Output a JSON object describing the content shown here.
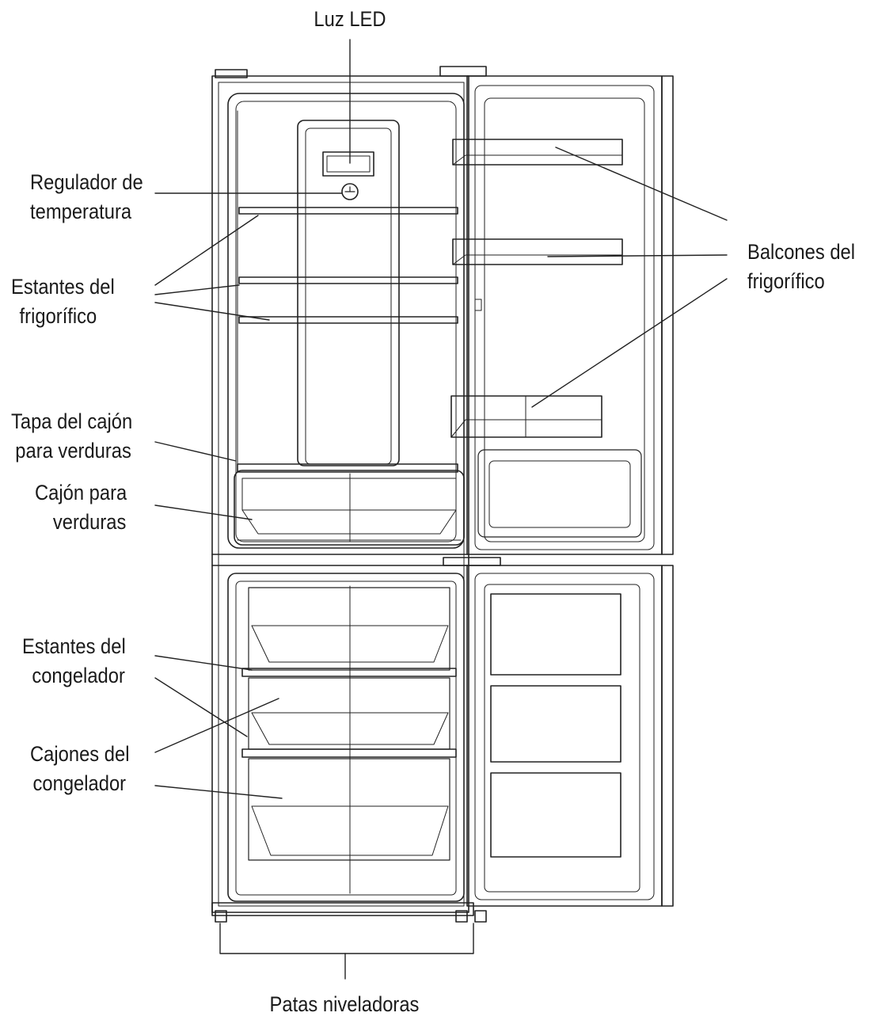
{
  "labels": {
    "luz_led": "Luz LED",
    "regulador_1": "Regulador de",
    "regulador_2": "temperatura",
    "estantes_frig_1": "Estantes del",
    "estantes_frig_2": "frigorífico",
    "tapa_cajon_1": "Tapa del cajón",
    "tapa_cajon_2": "para verduras",
    "cajon_verduras_1": "Cajón para",
    "cajon_verduras_2": "verduras",
    "estantes_cong_1": "Estantes del",
    "estantes_cong_2": "congelador",
    "cajones_cong_1": "Cajones del",
    "cajones_cong_2": "congelador",
    "balcones_1": "Balcones del",
    "balcones_2": "frigorífico",
    "patas": "Patas niveladoras"
  },
  "colors": {
    "line": "#222222",
    "text": "#1a1a1a",
    "background": "#ffffff"
  }
}
